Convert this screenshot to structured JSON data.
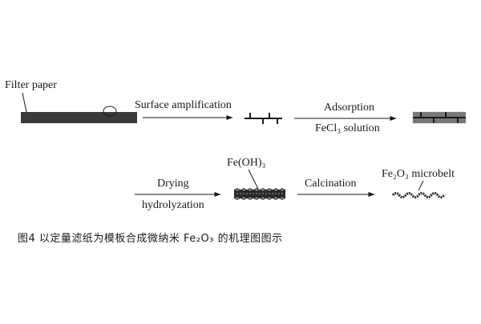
{
  "diagram": {
    "filter_paper_label": "Filter paper",
    "step1_label": "Surface amplification",
    "step2_label_top": "Adsorption",
    "step2_label_bottom": "FeCl₃ solution",
    "step3_label_top": "Drying",
    "step3_label_bottom": "hydrolyzation",
    "intermediate_label": "Fe(OH)₃",
    "step4_label": "Calcination",
    "product_label": "Fe₂O₃ microbelt"
  },
  "caption": {
    "text": "图4  以定量滤纸为模板合成微纳米 Fe₂O₃ 的机理图图示"
  },
  "colors": {
    "ink": "#1a1a1a",
    "paper_fill": "#3a3a3a",
    "adsorbed_fill": "#777777",
    "adsorbed_dots": "#9a9a9a"
  }
}
